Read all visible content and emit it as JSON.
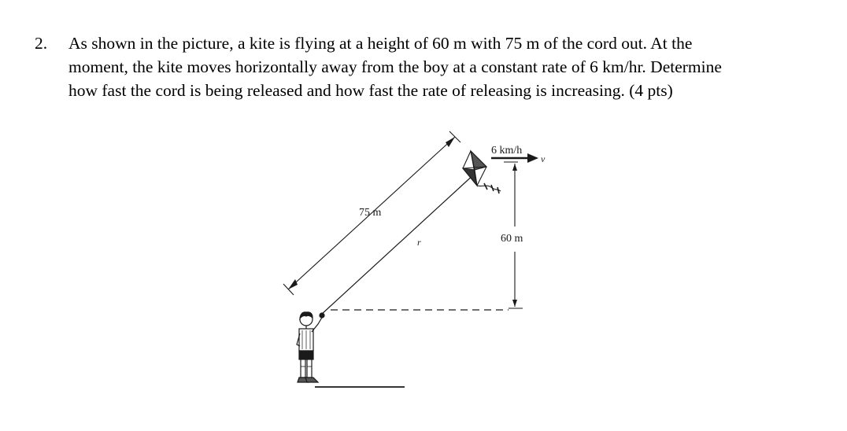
{
  "problem": {
    "number": "2.",
    "lines": [
      "As shown in the picture, a kite is flying at a height of 60 m with 75 m of the cord out. At the",
      "moment, the kite moves horizontally away from the boy at a constant rate of 6 km/hr. Determine",
      "how fast the cord is being released and how fast the rate of releasing is increasing. (4 pts)"
    ]
  },
  "figure": {
    "labels": {
      "cord_length": "75 m",
      "speed": "6 km/h",
      "velocity_symbol": "v",
      "height": "60 m",
      "cord_variable": "r"
    },
    "icons": [
      "kite-icon",
      "boy-icon"
    ]
  }
}
